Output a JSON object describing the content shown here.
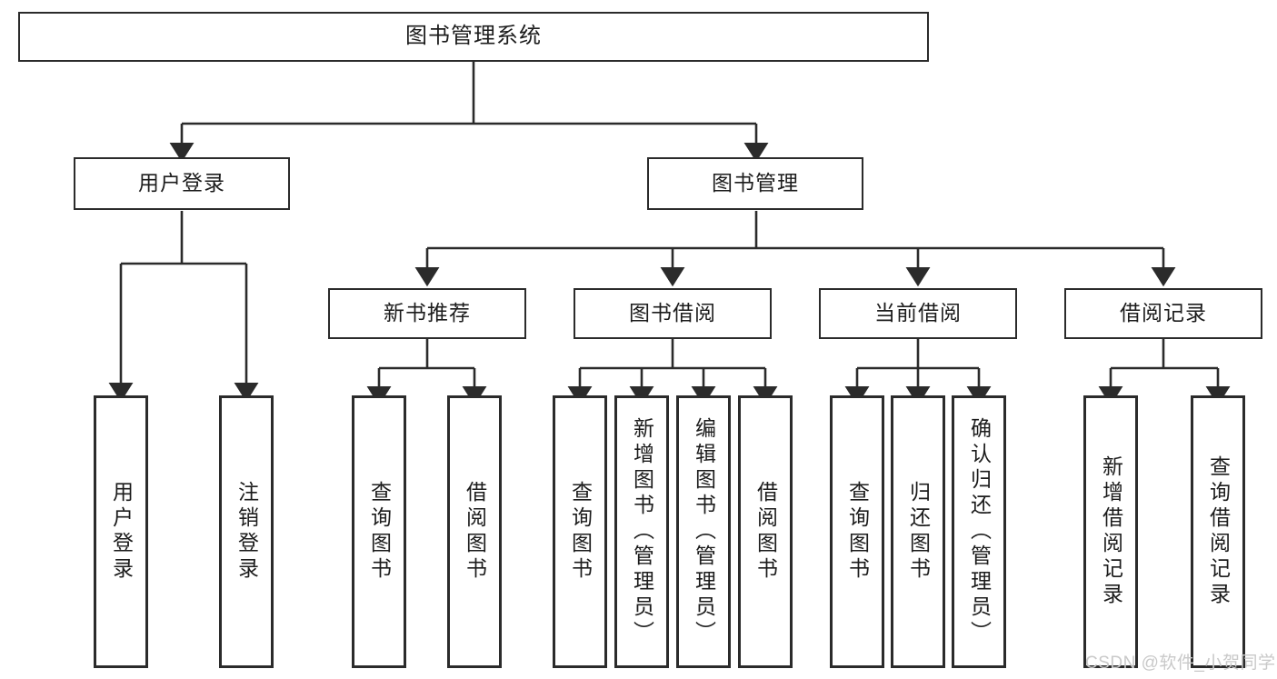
{
  "diagram": {
    "type": "tree",
    "title": "图书管理系统",
    "orientation": "top-down",
    "colors": {
      "box_border": "#2b2b2b",
      "box_fill": "#ffffff",
      "edge": "#2b2b2b",
      "text": "#1c1c1c",
      "watermark": "#c9c9c9",
      "background": "#ffffff"
    },
    "root": {
      "id": "root",
      "label": "图书管理系统"
    },
    "level2": [
      {
        "id": "n-user-login",
        "label": "用户登录"
      },
      {
        "id": "n-book-manage",
        "label": "图书管理"
      }
    ],
    "level3": [
      {
        "id": "n-new-book-rec",
        "label": "新书推荐"
      },
      {
        "id": "n-book-borrow",
        "label": "图书借阅"
      },
      {
        "id": "n-current-borrow",
        "label": "当前借阅"
      },
      {
        "id": "n-borrow-record",
        "label": "借阅记录"
      }
    ],
    "leaves": [
      {
        "id": "leaf-user-login",
        "label": "用户登录",
        "parent": "n-user-login"
      },
      {
        "id": "leaf-logout",
        "label": "注销登录",
        "parent": "n-user-login"
      },
      {
        "id": "leaf-query-book-1",
        "label": "查询图书",
        "parent": "n-new-book-rec"
      },
      {
        "id": "leaf-borrow-book-1",
        "label": "借阅图书",
        "parent": "n-new-book-rec"
      },
      {
        "id": "leaf-query-book-2",
        "label": "查询图书",
        "parent": "n-book-borrow"
      },
      {
        "id": "leaf-add-book",
        "label": "新增图书（管理员）",
        "parent": "n-book-borrow"
      },
      {
        "id": "leaf-edit-book",
        "label": "编辑图书（管理员）",
        "parent": "n-book-borrow"
      },
      {
        "id": "leaf-borrow-book-2",
        "label": "借阅图书",
        "parent": "n-book-borrow"
      },
      {
        "id": "leaf-query-book-3",
        "label": "查询图书",
        "parent": "n-current-borrow"
      },
      {
        "id": "leaf-return-book",
        "label": "归还图书",
        "parent": "n-current-borrow"
      },
      {
        "id": "leaf-confirm-return",
        "label": "确认归还（管理员）",
        "parent": "n-current-borrow"
      },
      {
        "id": "leaf-add-record",
        "label": "新增借阅记录",
        "parent": "n-borrow-record"
      },
      {
        "id": "leaf-query-record",
        "label": "查询借阅记录",
        "parent": "n-borrow-record"
      }
    ]
  },
  "watermark": {
    "text": "CSDN @软件_小贺同学"
  }
}
